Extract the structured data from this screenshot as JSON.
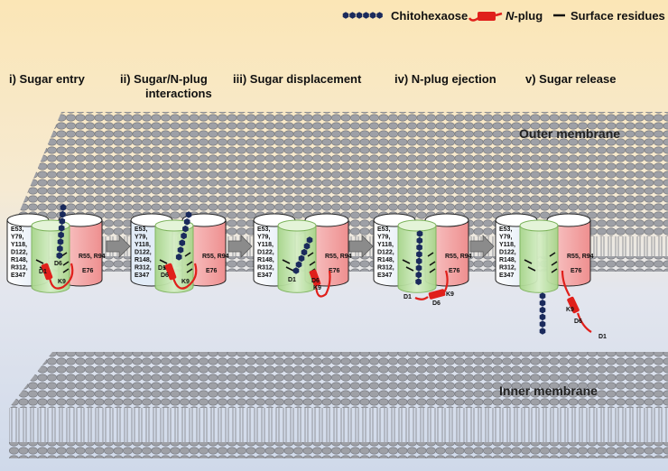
{
  "legend": {
    "chitohexaose": "Chitohexaose",
    "nplug_italic": "N",
    "nplug_rest": "-plug",
    "surface": "Surface residues"
  },
  "steps": [
    {
      "line1": "i) Sugar entry",
      "line2": ""
    },
    {
      "line1": "ii) Sugar/N-plug",
      "line2": "interactions"
    },
    {
      "line1": "iii) Sugar displacement",
      "line2": ""
    },
    {
      "line1": "iv) N-plug ejection",
      "line2": ""
    },
    {
      "line1": "v) Sugar release",
      "line2": ""
    }
  ],
  "membranes": {
    "outer": "Outer membrane",
    "inner": "Inner membrane"
  },
  "residues_left": [
    "E53,",
    "Y79,",
    "Y118,",
    "D122,",
    "R148,",
    "R312,",
    "E347"
  ],
  "residues_right": [
    "R55, R94",
    "E76"
  ],
  "plug_labels": {
    "d1": "D1",
    "d6": "D6",
    "k9": "K9"
  },
  "colors": {
    "chitohexaose": "#1a2a5c",
    "nplug": "#e0201b",
    "barrel_green": "#bfe2a6",
    "barrel_red": "#f3a3a3",
    "lipid_head": "#9a9ca2",
    "bg_top": "#fbe6b6",
    "bg_bottom": "#cfd9ea"
  }
}
